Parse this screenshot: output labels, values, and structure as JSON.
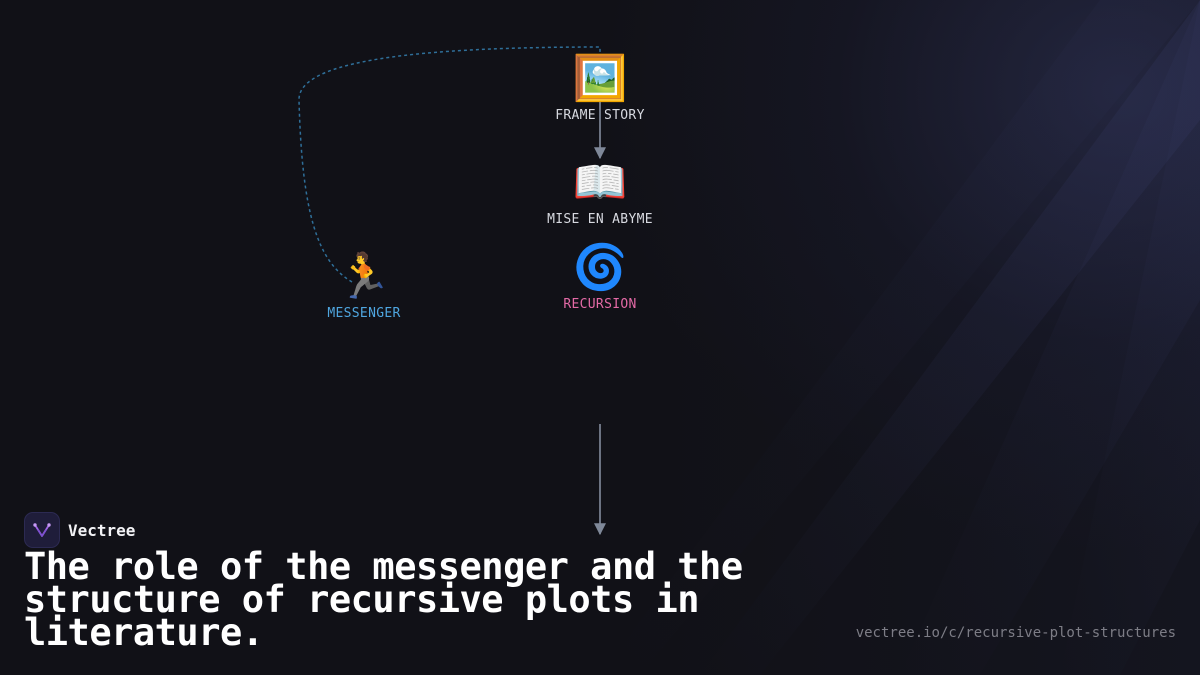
{
  "diagram": {
    "nodes": [
      {
        "id": "frame-story",
        "icon": "framed-picture-icon",
        "glyph": "🖼️",
        "label": "FRAME STORY",
        "color": "#d7d9e0"
      },
      {
        "id": "mise-en-abyme",
        "icon": "open-book-icon",
        "glyph": "📖",
        "label": "MISE EN ABYME",
        "color": "#d7d9e0"
      },
      {
        "id": "recursion",
        "icon": "cyclone-icon",
        "glyph": "🌀",
        "label": "RECURSION",
        "color": "#e46aa6"
      },
      {
        "id": "messenger",
        "icon": "running-person-icon",
        "glyph": "🏃",
        "label": "MESSENGER",
        "color": "#4fa6e0"
      }
    ],
    "edges": [
      {
        "from": "frame-story",
        "to": "mise-en-abyme",
        "style": "solid",
        "color": "#8a94a6"
      },
      {
        "from": "messenger",
        "to": "frame-story",
        "style": "dashed",
        "color": "#2f6f99"
      },
      {
        "from": "recursion",
        "to": "off-canvas",
        "style": "solid",
        "color": "#8a94a6"
      }
    ]
  },
  "brand": {
    "name": "Vectree",
    "logo_icon": "vectree-logo-icon",
    "accent": "#a466e8"
  },
  "headline": "The role of the messenger and the structure of recursive plots in literature.",
  "url": "vectree.io/c/recursive-plot-structures",
  "colors": {
    "background": "#111117",
    "headline": "#ffffff",
    "url": "#7d7d86"
  }
}
